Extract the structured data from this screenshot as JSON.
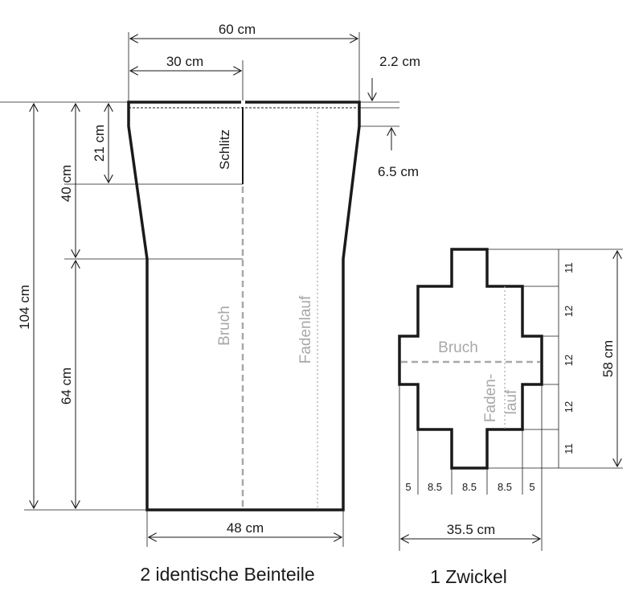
{
  "leg": {
    "top_width": "60 cm",
    "half_width": "30 cm",
    "seam_allowance_top": "2.2 cm",
    "seam_allowance_side": "6.5 cm",
    "slit_length": "21 cm",
    "upper_height": "40 cm",
    "total_height": "104 cm",
    "lower_height": "64 cm",
    "bottom_width": "48 cm",
    "slit_label": "Schlitz",
    "fold_label": "Bruch",
    "grain_label": "Fadenlauf",
    "caption": "2 identische Beinteile"
  },
  "gusset": {
    "fold_label": "Bruch",
    "grain_label_1": "Faden-",
    "grain_label_2": "lauf",
    "height_total": "58 cm",
    "width_total": "35.5 cm",
    "row_heights": [
      "11",
      "12",
      "12",
      "12",
      "11"
    ],
    "col_widths": [
      "5",
      "8.5",
      "8.5",
      "8.5",
      "5"
    ],
    "caption": "1 Zwickel"
  }
}
